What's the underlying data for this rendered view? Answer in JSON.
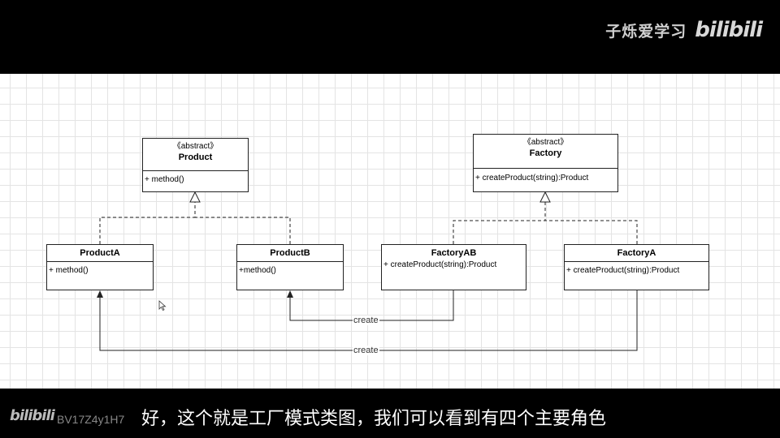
{
  "watermark": {
    "channel": "子烁爱学习",
    "logo": "bilibili"
  },
  "diagram": {
    "product": {
      "stereotype": "《abstract》",
      "name": "Product",
      "op": "+ method()"
    },
    "factory": {
      "stereotype": "《abstract》",
      "name": "Factory",
      "op": "+ createProduct(string):Product"
    },
    "productA": {
      "name": "ProductA",
      "op": "+ method()"
    },
    "productB": {
      "name": "ProductB",
      "op": "+method()"
    },
    "factoryAB": {
      "name": "FactoryAB",
      "op": "+ createProduct(string):Product"
    },
    "factoryA": {
      "name": "FactoryA",
      "op": "+ createProduct(string):Product"
    },
    "edge_label_create": "create"
  },
  "footer": {
    "logo": "bilibili",
    "video_id": "BV17Z4y1H7",
    "subtitle": "好，这个就是工厂模式类图，我们可以看到有四个主要角色"
  }
}
